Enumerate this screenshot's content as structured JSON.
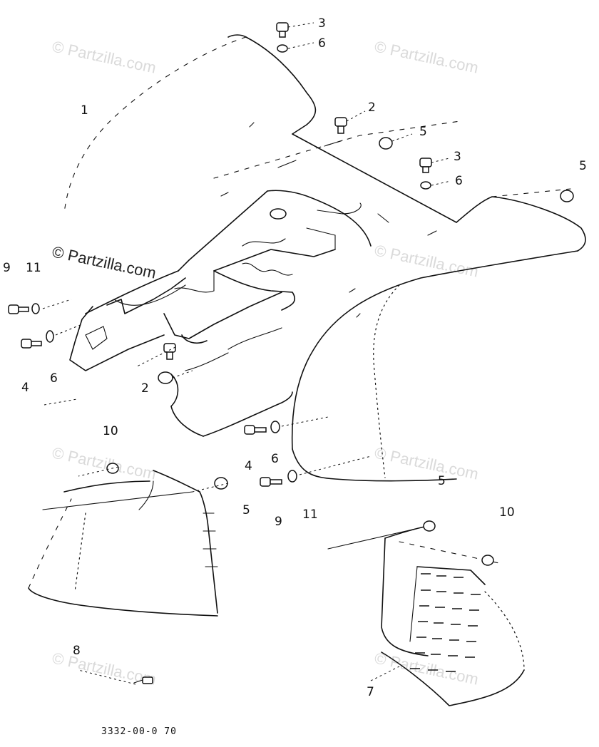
{
  "diagram": {
    "drawing_code": "3332-00-0 70",
    "callouts": [
      "1",
      "2",
      "2",
      "3",
      "3",
      "4",
      "4",
      "5",
      "5",
      "5",
      "5",
      "6",
      "6",
      "6",
      "6",
      "7",
      "8",
      "9",
      "9",
      "10",
      "10",
      "11",
      "11"
    ],
    "watermark": "© Partzilla.com"
  }
}
